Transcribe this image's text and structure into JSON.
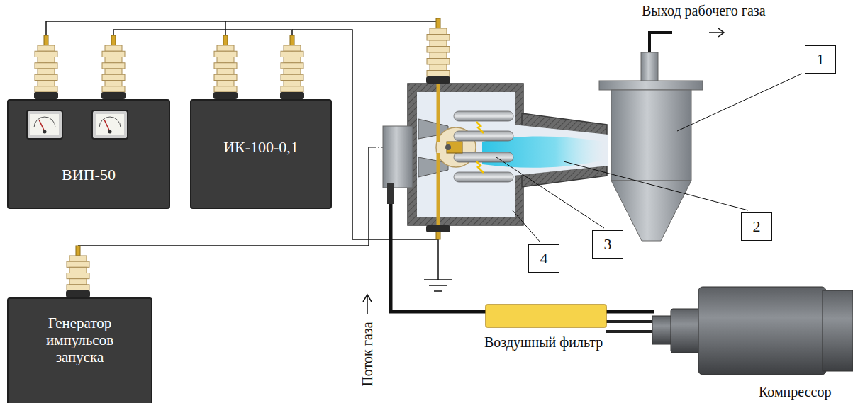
{
  "diagram": {
    "nodes": [
      {
        "text": [
          "ВИП-50"
        ]
      },
      {
        "text": [
          "ИК-100-0,1"
        ]
      },
      {
        "text": [
          "Генератор импульсов запуска"
        ]
      }
    ],
    "edges": [
      {
        "from": 0,
        "to": 1,
        "arrow": "none"
      },
      {
        "from": 0,
        "to": 1,
        "arrow": "none"
      }
    ],
    "labels": [
      "Выход рабочего газа",
      "1",
      "2",
      "3",
      "4",
      "Поток газа",
      "Воздушный фильтр",
      "Компрессор"
    ]
  }
}
